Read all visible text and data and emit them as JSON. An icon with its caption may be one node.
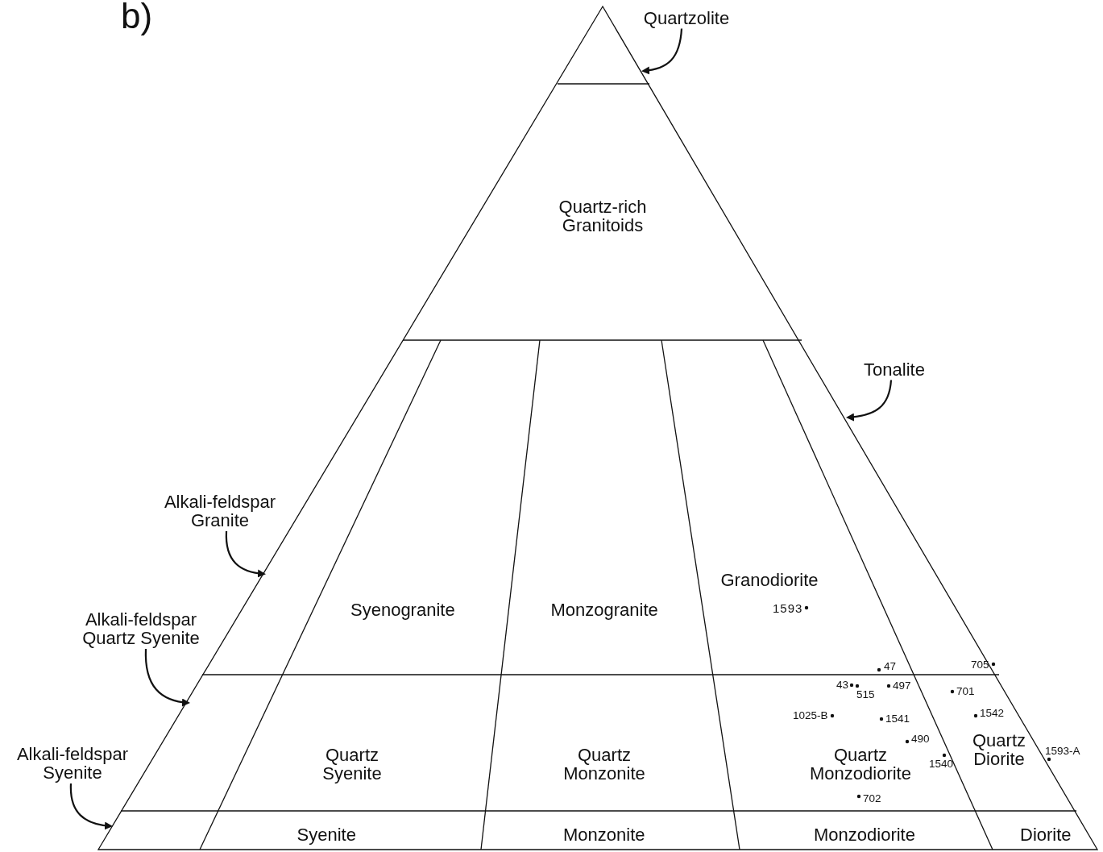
{
  "diagram": {
    "nodes": [
      {
        "text": [
          "Quartzolite"
        ]
      },
      {
        "text": [
          "Tonalite"
        ]
      },
      {
        "text": [
          "Alkali-feldspar Granite"
        ]
      },
      {
        "text": [
          "Alkali-feldspar Quartz Syenite"
        ]
      },
      {
        "text": [
          "Alkali-feldspar Syenite"
        ]
      }
    ],
    "edges": [
      {
        "from": 0,
        "to": null,
        "arrow": "to"
      },
      {
        "from": 1,
        "to": null,
        "arrow": "to"
      },
      {
        "from": 2,
        "to": null,
        "arrow": "to"
      },
      {
        "from": 3,
        "to": null,
        "arrow": "to"
      },
      {
        "from": 4,
        "to": null,
        "arrow": "to"
      }
    ],
    "labels": [
      "b)",
      "Quartz-rich Granitoids",
      "Syenogranite",
      "Monzogranite",
      "Granodiorite",
      "1593",
      "47",
      "705",
      "43",
      "515",
      "497",
      "701",
      "1025-B",
      "1541",
      "1542",
      "490",
      "Quartz Syenite",
      "Quartz Monzonite",
      "Quartz Monzodiorite",
      "Quartz Diorite",
      "1540",
      "1593-A",
      "702",
      "Syenite",
      "Monzonite",
      "Monzodiorite",
      "Diorite"
    ]
  }
}
